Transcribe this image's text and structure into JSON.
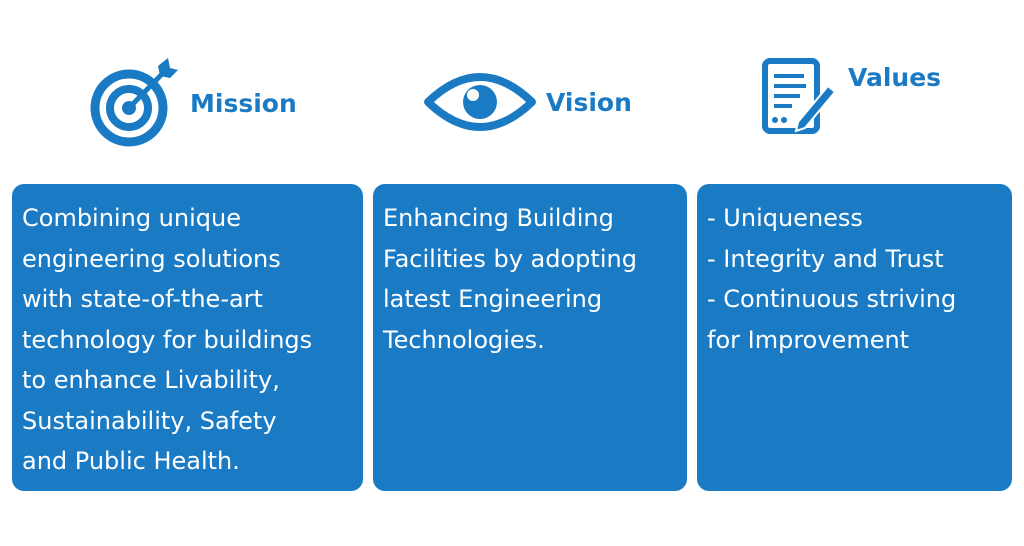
{
  "mission": {
    "title": "Mission",
    "lines": [
      "Combining unique",
      "engineering solutions",
      "with state-of-the-art",
      "technology for buildings",
      "to enhance Livability,",
      "Sustainability, Safety",
      "and Public Health."
    ]
  },
  "vision": {
    "title": "Vision",
    "lines": [
      "Enhancing Building",
      "Facilities by adopting",
      "latest Engineering",
      "Technologies."
    ]
  },
  "values": {
    "title": "Values",
    "lines": [
      "- Uniqueness",
      "- Integrity and Trust",
      "- Continuous striving",
      "for Improvement"
    ]
  },
  "colors": {
    "accent": "#1a7ac4",
    "card_text": "#ffffff",
    "background": "#ffffff"
  },
  "icons": {
    "mission": "target-icon",
    "vision": "eye-icon",
    "values": "document-pen-icon"
  }
}
